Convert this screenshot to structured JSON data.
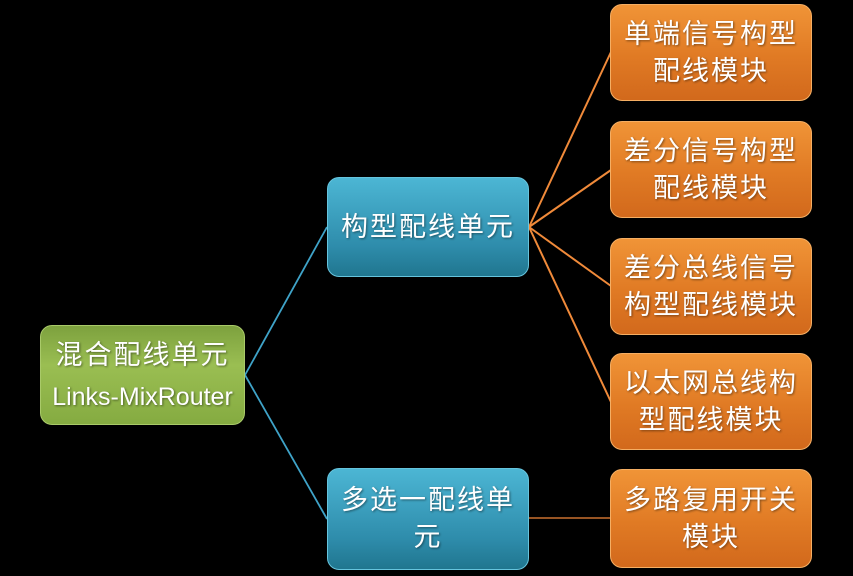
{
  "diagram": {
    "type": "hierarchy-tree",
    "background_color": "#000000",
    "root": {
      "title": "混合配线单元",
      "subtitle": "Links-MixRouter",
      "color": "#8FB448"
    },
    "units": [
      {
        "label": "构型配线单元",
        "color": "#2F94B4"
      },
      {
        "label": "多选一配线单元",
        "color": "#2F94B4"
      }
    ],
    "modules": [
      {
        "label": "单端信号构型配线模块",
        "color": "#E2791F"
      },
      {
        "label": "差分信号构型配线模块",
        "color": "#E2791F"
      },
      {
        "label": "差分总线信号构型配线模块",
        "color": "#E2791F"
      },
      {
        "label": "以太网总线构型配线模块",
        "color": "#E2791F"
      },
      {
        "label": "多路复用开关模块",
        "color": "#E2791F"
      }
    ],
    "edges": [
      {
        "from": "混合配线单元",
        "to": "构型配线单元",
        "color": "#3FA3C8"
      },
      {
        "from": "混合配线单元",
        "to": "多选一配线单元",
        "color": "#3FA3C8"
      },
      {
        "from": "构型配线单元",
        "to": "单端信号构型配线模块",
        "color": "#F08A3A"
      },
      {
        "from": "构型配线单元",
        "to": "差分信号构型配线模块",
        "color": "#F08A3A"
      },
      {
        "from": "构型配线单元",
        "to": "差分总线信号构型配线模块",
        "color": "#F08A3A"
      },
      {
        "from": "构型配线单元",
        "to": "以太网总线构型配线模块",
        "color": "#F08A3A"
      },
      {
        "from": "多选一配线单元",
        "to": "多路复用开关模块",
        "color": "#C9712F"
      }
    ]
  }
}
